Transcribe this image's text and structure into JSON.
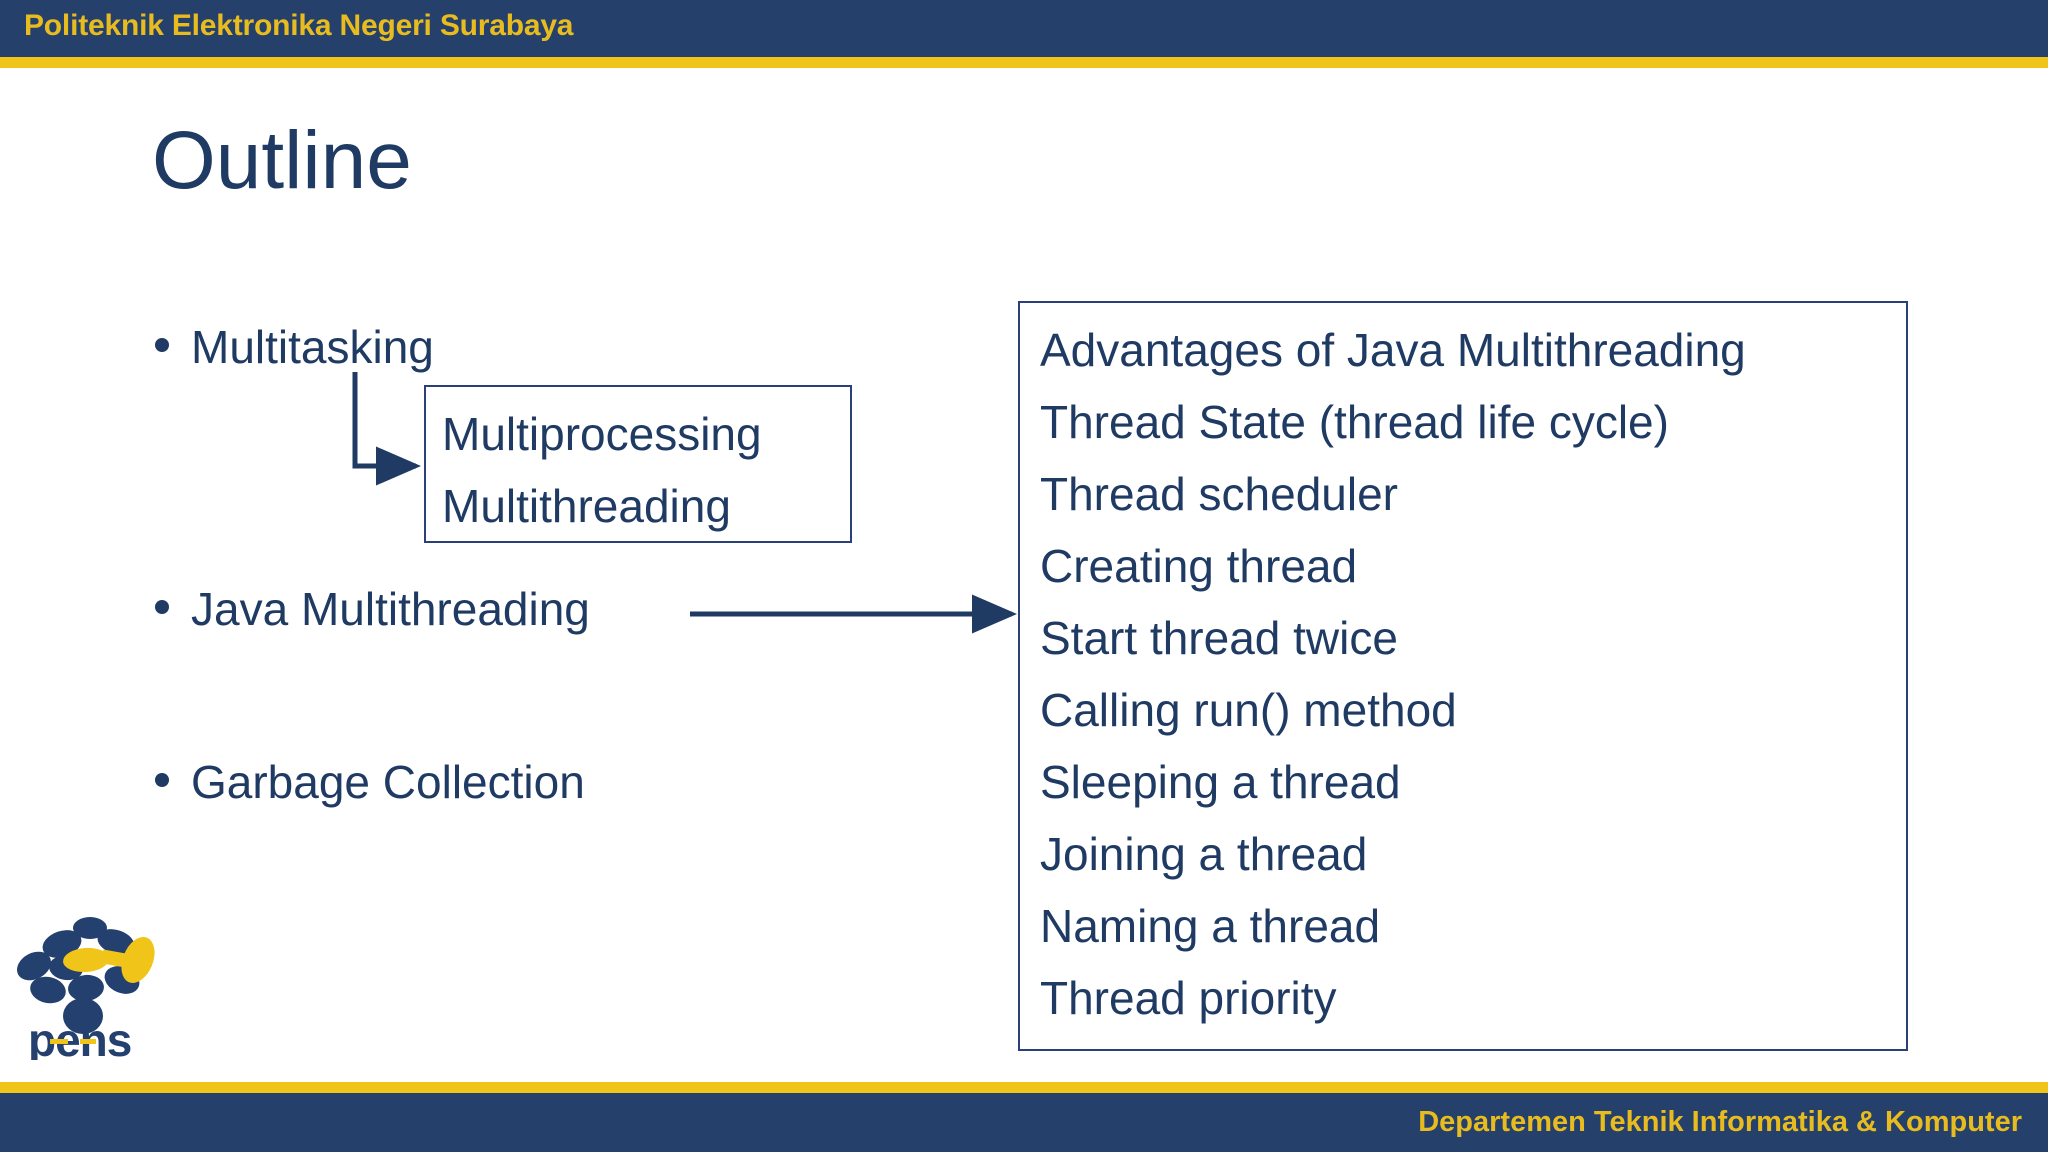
{
  "header": {
    "institution": "Politeknik Elektronika Negeri Surabaya",
    "bar_color": "#24406b",
    "stripe_color": "#f0c419",
    "text_color": "#e8bc1f"
  },
  "footer": {
    "department": "Departemen Teknik Informatika & Komputer",
    "bar_color": "#24406b",
    "stripe_color": "#f0c419",
    "text_color": "#e8bc1f"
  },
  "slide": {
    "title": "Outline",
    "title_color": "#1f3a63",
    "body_color": "#1f3a63",
    "background": "#ffffff"
  },
  "outline": {
    "bullets": [
      {
        "label": "Multitasking"
      },
      {
        "label": "Java Multithreading"
      },
      {
        "label": "Garbage Collection"
      }
    ]
  },
  "multitasking_box": {
    "border_color": "#2b3f78",
    "items": [
      "Multiprocessing",
      "Multithreading"
    ]
  },
  "multithreading_box": {
    "border_color": "#2b3f78",
    "items": [
      "Advantages of Java Multithreading",
      "Thread State (thread life cycle)",
      "Thread scheduler",
      "Creating thread",
      "Start thread twice",
      "Calling run() method",
      "Sleeping a thread",
      "Joining a thread",
      "Naming a thread",
      "Thread priority"
    ]
  },
  "connectors": {
    "elbow_arrow_name": "multitasking-to-subtypes-arrow",
    "straight_arrow_name": "java-multithreading-to-topics-arrow",
    "color": "#1f3a63"
  },
  "logo": {
    "name": "pens-logo",
    "wordmark": "pens",
    "navy": "#23406e",
    "gold": "#f0c419"
  }
}
